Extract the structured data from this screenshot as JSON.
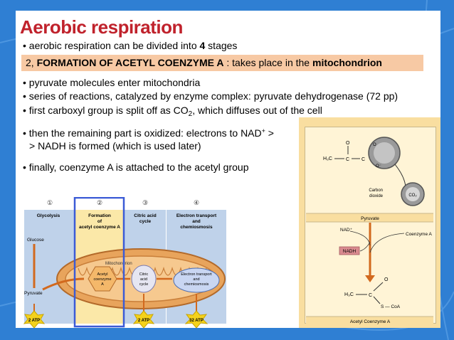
{
  "slide": {
    "title": "Aerobic respiration",
    "line1_pre": "• aerobic respiration can be divided into ",
    "line1_num": "4",
    "line1_post": " stages",
    "band_pre": "2, ",
    "band_bold": "FORMATION OF ACETYL COENZYME A",
    "band_mid": " : takes place in the ",
    "band_bold2": "mitochondrion",
    "bullet1": "• pyruvate molecules enter mitochondria",
    "bullet2": "• series of reactions, catalyzed by enzyme complex:  pyruvate dehydrogenase (72 pp)",
    "bullet3_pre": "• first carboxyl group is split off as CO",
    "bullet3_sub": "2",
    "bullet3_post": ", which diffuses out of the cell",
    "bullet4_pre": "• then the remaining part is oxidized: electrons to NAD",
    "bullet4_sup": "+",
    "bullet4_post": " >",
    "bullet4_line2": "> NADH is formed (which is used later)",
    "bullet5": "• finally, coenzyme A is attached to the acetyl group"
  },
  "stages_figure": {
    "numbers": [
      "①",
      "②",
      "③",
      "④"
    ],
    "headers": {
      "glycolysis": "Glycolysis",
      "formation_l1": "Formation",
      "formation_l2": "of",
      "formation_l3": "acetyl coenzyme A",
      "citric_l1": "Citric acid",
      "citric_l2": "cycle",
      "etc_l1": "Electron transport",
      "etc_l2": "and",
      "etc_l3": "chemiosmosis"
    },
    "glucose": "Glucose",
    "pyruvate": "Pyruvate",
    "mitochondrion": "Mitochondrion",
    "acetyl_l1": "Acetyl",
    "acetyl_l2": "coenzyme",
    "acetyl_l3": "A",
    "citric_in_l1": "Citric",
    "citric_in_l2": "acid",
    "citric_in_l3": "cycle",
    "etc_in_l1": "Electron transport",
    "etc_in_l2": "and",
    "etc_in_l3": "chemiosmosis",
    "atp1": "2 ATP",
    "atp2": "2 ATP",
    "atp3": "32 ATP",
    "colors": {
      "stage_bg": "#bfd2ea",
      "highlight_box": "#3b5bd6",
      "highlight_fill": "#fbe8a8",
      "atp_star": "#f4d21c"
    }
  },
  "reaction_figure": {
    "h3c_top": "H₃C",
    "c_label": "C",
    "o_label": "O",
    "o_minus": "O⁻",
    "carbon_dioxide_l1": "Carbon",
    "carbon_dioxide_l2": "dioxide",
    "co2": "CO₂",
    "pyruvate": "Pyruvate",
    "nad": "NAD⁺",
    "nadh": "NADH",
    "coenzyme_a": "Coenzyme A",
    "h3c_bottom": "H₃C",
    "s_coa": "S — CoA",
    "acetyl_coa": "Acetyl Coenzyme A",
    "colors": {
      "panel": "#f9dea0",
      "nadh_bg": "#d98a8f",
      "arrow": "#d2691e"
    }
  }
}
